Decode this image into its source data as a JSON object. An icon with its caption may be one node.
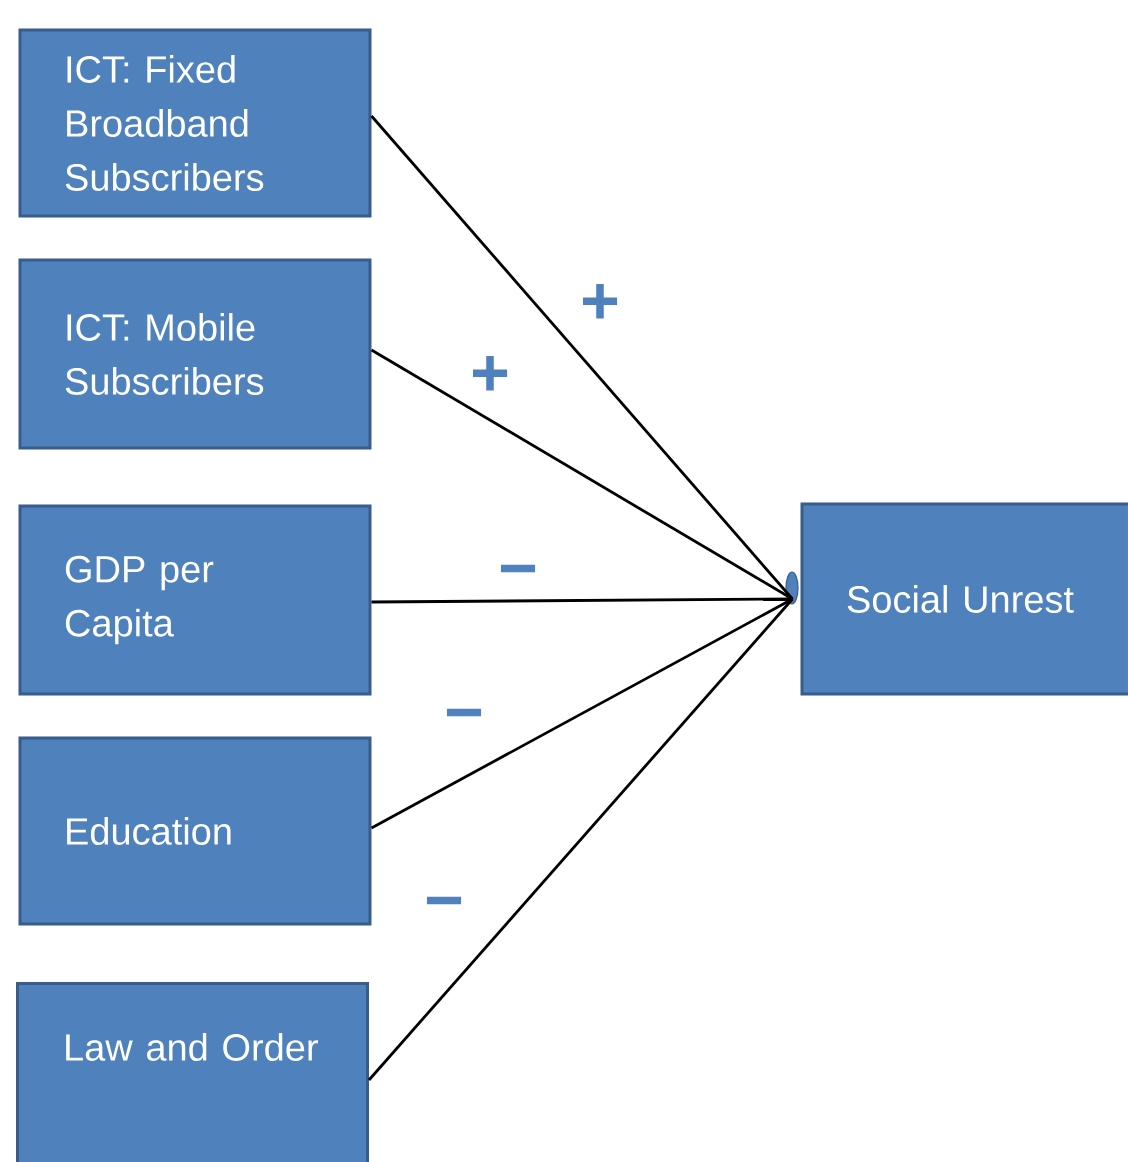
{
  "diagram": {
    "nodes": [
      {
        "text": [
          "ICT: Fixed Broadband Subscribers"
        ]
      },
      {
        "text": [
          "ICT: Mobile Subscribers"
        ]
      },
      {
        "text": [
          "GDP per Capita"
        ]
      },
      {
        "text": [
          "Education"
        ]
      },
      {
        "text": [
          "Law and Order"
        ]
      },
      {
        "text": [
          "Social Unrest"
        ]
      }
    ],
    "edges": [
      {
        "from": 0,
        "to": 5,
        "arrow": "none",
        "label": "+"
      },
      {
        "from": 1,
        "to": 5,
        "arrow": "none",
        "label": "+"
      },
      {
        "from": 2,
        "to": 5,
        "arrow": "none",
        "label": "−"
      },
      {
        "from": 3,
        "to": 5,
        "arrow": "none",
        "label": "−"
      },
      {
        "from": 4,
        "to": 5,
        "arrow": "none",
        "label": "−"
      }
    ]
  }
}
